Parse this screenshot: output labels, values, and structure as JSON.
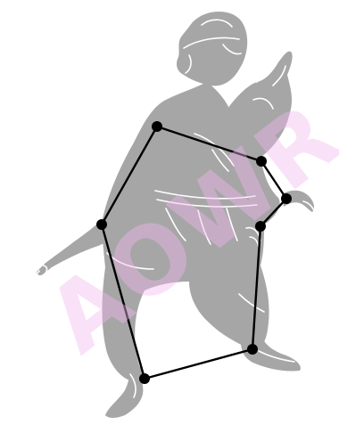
{
  "figure": {
    "subject": "kneeling-figure-holding-club-and-tail-illustration",
    "figure_color": "#a6a6a6",
    "outline_color": "#ffffff",
    "star_color": "#000000",
    "line_color": "#000000"
  },
  "stars": [
    {
      "id": "star-shoulder"
    },
    {
      "id": "star-arm-upper"
    },
    {
      "id": "star-arm-lower"
    },
    {
      "id": "star-hip"
    },
    {
      "id": "star-knee-left"
    },
    {
      "id": "star-foot-right"
    },
    {
      "id": "star-foot-left"
    },
    {
      "id": "star-hand-left"
    }
  ],
  "watermark": {
    "text": "AOWR",
    "color": "#f2b8f0"
  }
}
